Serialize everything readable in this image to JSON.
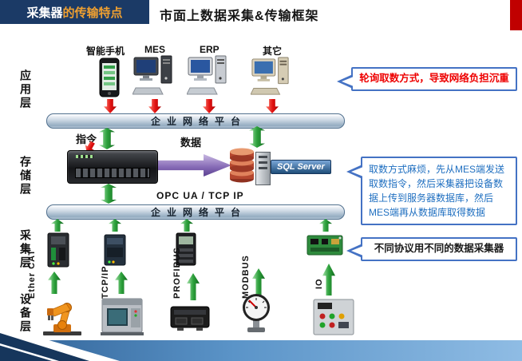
{
  "header": {
    "badge": {
      "part1": "采集器",
      "part2": "的传输特点"
    },
    "title": "市面上数据采集&传输框架"
  },
  "layer_labels": [
    "应用层",
    "存储层",
    "采集层",
    "设备层"
  ],
  "app_layer": {
    "devices": [
      {
        "label": "智能手机"
      },
      {
        "label": "MES"
      },
      {
        "label": "ERP"
      },
      {
        "label": "其它"
      }
    ]
  },
  "network_bars": {
    "top": "企业网络平台",
    "bottom": "企业网络平台"
  },
  "storage_layer": {
    "command_label": "指令",
    "data_label": "数据",
    "sql_server_label": "SQL Server",
    "protocol_caption": "OPC UA / TCP IP"
  },
  "collect_layer": {
    "protocols": [
      "Ether CAT",
      "TCP/IP",
      "PROFIBUS",
      "MODBUS",
      "IO"
    ]
  },
  "callouts": [
    {
      "text": "轮询取数方式，导致网络负担沉重",
      "color": "#ee0000"
    },
    {
      "text": "取数方式麻烦，先从MES端发送取数指令，然后采集器把设备数据上传到服务器数据库，然后MES端再从数据库取得数据",
      "color": "#1f6fc0"
    },
    {
      "text": "不同协议用不同的数据采集器",
      "color": "#1a1a1a"
    }
  ],
  "colors": {
    "header_bg": "#1b3a66",
    "badge_accent": "#f0a030",
    "red_stripe": "#c00000",
    "arrow_red": "#e01010",
    "arrow_green": "#2da13c",
    "arrow_purple": "#8468b4",
    "callout_border": "#4472c4",
    "sql_badge_bg": "#2e75b6",
    "footer_blue": "#5b94c8"
  }
}
